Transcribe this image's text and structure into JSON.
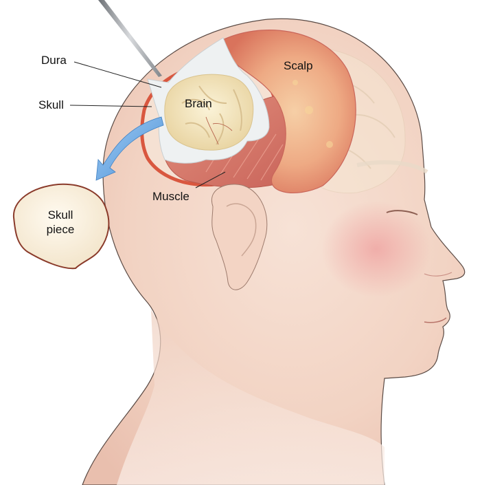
{
  "figure": {
    "subject": "Craniotomy procedure - side view of head with skull piece removed",
    "labels": {
      "dura": "Dura",
      "skull": "Skull",
      "brain": "Brain",
      "scalp": "Scalp",
      "muscle": "Muscle",
      "skull_piece_line1": "Skull",
      "skull_piece_line2": "piece"
    },
    "colors": {
      "background": "#ffffff",
      "skin": "#f3d6c8",
      "skin_shadow": "#e8bfae",
      "cheek_blush": "#f0b4b0",
      "outline": "#5a4a44",
      "scalp": "#e79a7e",
      "scalp_inner": "#f2c49a",
      "muscle": "#d9786a",
      "skull_edge": "#d9573f",
      "dura": "#eef0f0",
      "brain": "#f1e3b8",
      "brain_vessel": "#b5604a",
      "bone": "#fbf3e3",
      "bone_edge": "#8a3a2a",
      "arrow": "#6aaee6",
      "instrument": "#9a9ea3",
      "label_text": "#111111",
      "leader_line": "#222222"
    }
  }
}
